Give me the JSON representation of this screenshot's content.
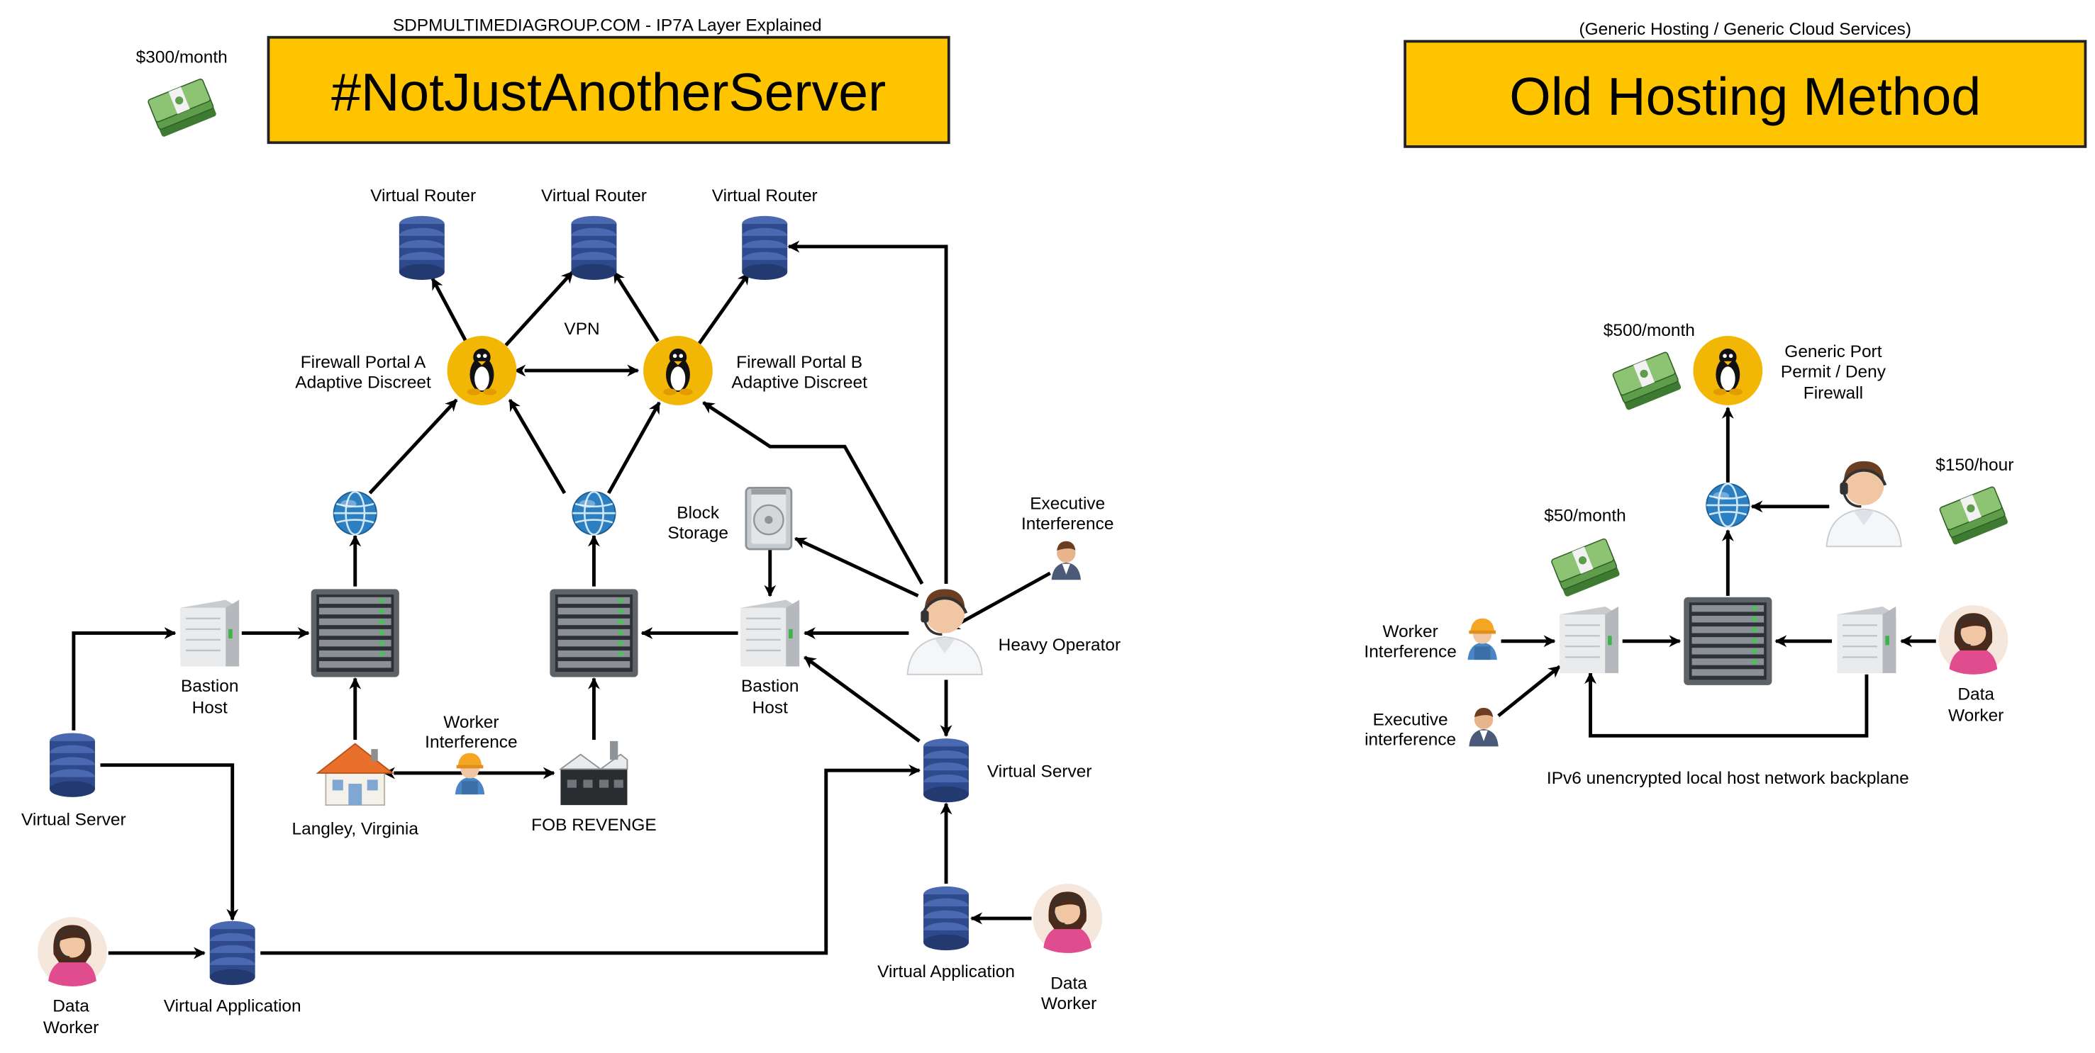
{
  "left_panel": {
    "caption": "SDPMULTIMEDIAGROUP.COM - IP7A Layer Explained",
    "banner_title": "#NotJustAnotherServer",
    "price": "$300/month",
    "labels": {
      "virtual_router_1": "Virtual Router",
      "virtual_router_2": "Virtual Router",
      "virtual_router_3": "Virtual Router",
      "vpn": "VPN",
      "firewall_a_line1": "Firewall Portal A",
      "firewall_a_line2": "Adaptive Discreet",
      "firewall_b_line1": "Firewall Portal B",
      "firewall_b_line2": "Adaptive Discreet",
      "block_storage_line1": "Block",
      "block_storage_line2": "Storage",
      "executive_line1": "Executive",
      "executive_line2": "Interference",
      "heavy_operator": "Heavy Operator",
      "bastion_left_line1": "Bastion",
      "bastion_left_line2": "Host",
      "bastion_right_line1": "Bastion",
      "bastion_right_line2": "Host",
      "worker_line1": "Worker",
      "worker_line2": "Interference",
      "virtual_server_left": "Virtual Server",
      "virtual_server_right": "Virtual Server",
      "langley": "Langley, Virginia",
      "fob": "FOB REVENGE",
      "data_worker_left_line1": "Data",
      "data_worker_left_line2": "Worker",
      "virtual_application_left": "Virtual Application",
      "virtual_application_right": "Virtual Application",
      "data_worker_right_line1": "Data",
      "data_worker_right_line2": "Worker"
    }
  },
  "right_panel": {
    "caption": "(Generic Hosting / Generic Cloud Services)",
    "banner_title": "Old Hosting Method",
    "labels": {
      "price_500": "$500/month",
      "firewall_line1": "Generic Port",
      "firewall_line2": "Permit / Deny",
      "firewall_line3": "Firewall",
      "price_150": "$150/hour",
      "price_50": "$50/month",
      "worker_line1": "Worker",
      "worker_line2": "Interference",
      "executive_line1": "Executive",
      "executive_line2": "interference",
      "data_worker_line1": "Data",
      "data_worker_line2": "Worker",
      "backplane": "IPv6 unencrypted local host network backplane"
    }
  },
  "colors": {
    "banner": "#FFC400",
    "firewall_circle": "#F2B705",
    "server_stack": "#2F4A8C",
    "globe": "#2C7FC0",
    "money": "#5E9E4A",
    "house": "#E8702A"
  },
  "icons": {
    "virtual_router": "server-stack-icon",
    "firewall": "linux-penguin-icon",
    "network": "globe-icon",
    "rack": "rack-server-icon",
    "bastion": "tower-server-icon",
    "storage": "hard-disk-icon",
    "operator": "headset-operator-icon",
    "person": "person-icon",
    "worker": "hardhat-worker-icon",
    "house": "house-icon",
    "factory": "factory-icon",
    "money": "money-stack-icon"
  }
}
